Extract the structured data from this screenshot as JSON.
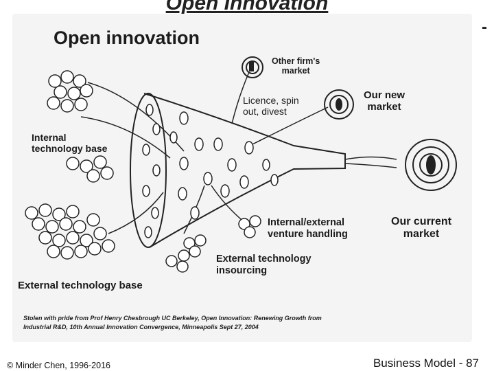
{
  "slide_title": "Open Innovation",
  "dash": "-",
  "diagram": {
    "title": "Open innovation",
    "labels": {
      "other_firm_market": [
        "Other firm's",
        "market"
      ],
      "licence": [
        "Licence, spin",
        "out, divest"
      ],
      "our_new_market": [
        "Our new",
        "market"
      ],
      "internal_tech_base": [
        "Internal",
        "technology base"
      ],
      "our_current_market": [
        "Our current",
        "market"
      ],
      "venture_handling": [
        "Internal/external",
        "venture handling"
      ],
      "external_insourcing": [
        "External technology",
        "insourcing"
      ],
      "external_tech_base": "External technology base"
    },
    "credit": [
      "Stolen with pride from Prof Henry Chesbrough UC Berkeley, Open Innovation: Renewing Growth from",
      "Industrial R&D, 10th Annual Innovation Convergence, Minneapolis Sept 27, 2004"
    ]
  },
  "footer": {
    "copyright": "© Minder Chen, 1996-2016",
    "page": "Business Model - 87"
  }
}
